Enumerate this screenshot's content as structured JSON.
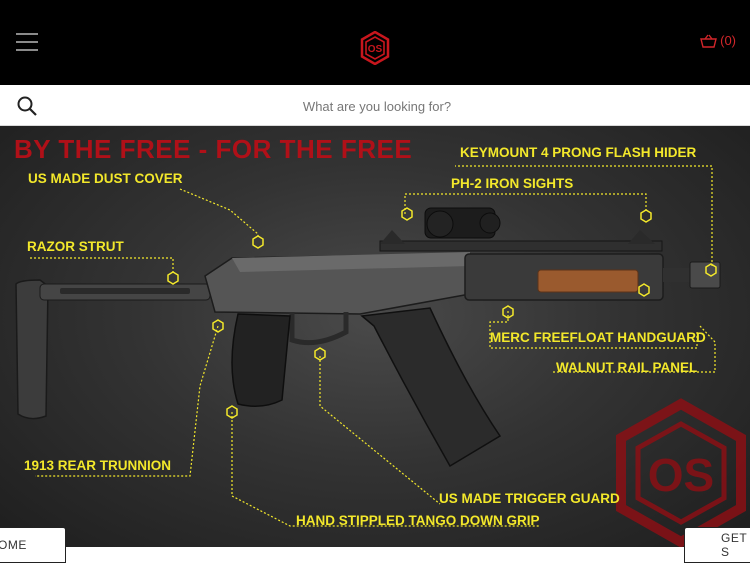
{
  "header": {
    "menu_icon": "hamburger-icon",
    "logo_icon": "os-hexagon-logo",
    "cart": {
      "icon": "basket-icon",
      "count_text": "(0)"
    },
    "colors": {
      "background": "#000000",
      "accent": "#d3262a"
    }
  },
  "search": {
    "icon": "search-icon",
    "placeholder": "What are you looking for?"
  },
  "hero": {
    "headline": "BY THE FREE - FOR THE FREE",
    "callouts": {
      "flash_hider": "KEYMOUNT 4 PRONG FLASH HIDER",
      "dust_cover": "US MADE DUST COVER",
      "iron_sights": "PH-2 IRON SIGHTS",
      "razor_strut": "RAZOR STRUT",
      "handguard": "MERC FREEFLOAT HANDGUARD",
      "rail_panel": "WALNUT RAIL PANEL",
      "trunnion": "1913 REAR TRUNNION",
      "trigger_guard": "US MADE TRIGGER GUARD",
      "grip": "HAND STIPPLED TANGO DOWN GRIP"
    },
    "colors": {
      "callout": "#f3e82b",
      "headline": "#b01018",
      "watermark": "#8a1015"
    }
  },
  "bottom_tabs": {
    "left_label": "OME",
    "right_label": "GET S"
  }
}
